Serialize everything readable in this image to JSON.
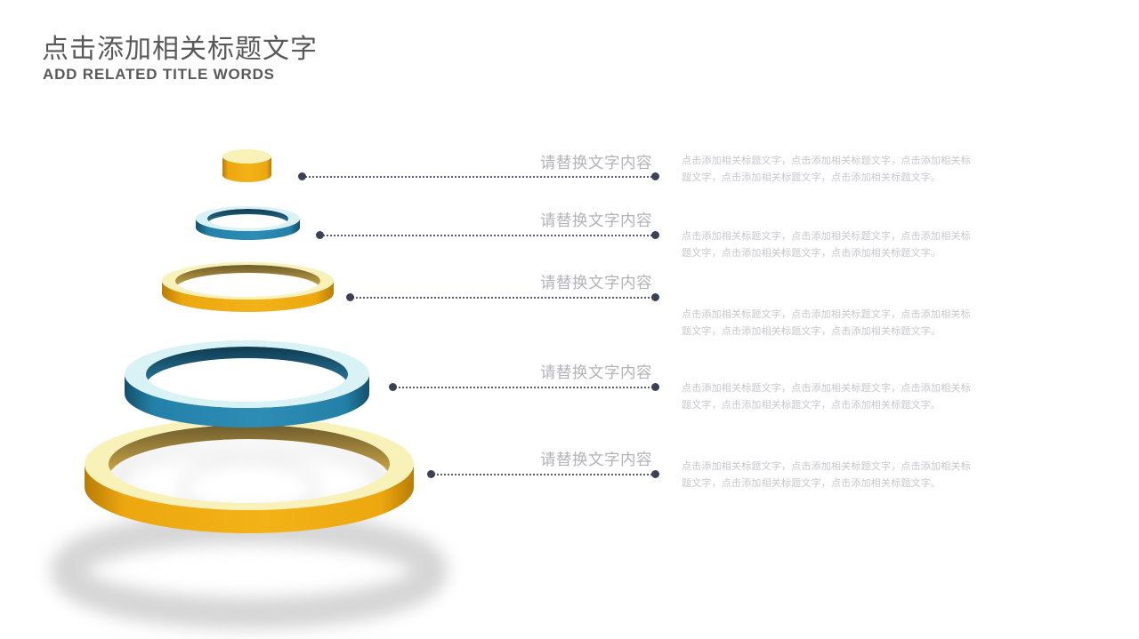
{
  "header": {
    "title": "点击添加相关标题文字",
    "subtitle": "ADD RELATED TITLE WORDS"
  },
  "rows": [
    {
      "label": "请替换文字内容",
      "body": "点击添加相关标题文字，点击添加相关标题文字，点击添加相关标题文字，点击添加相关标题文字，点击添加相关标题文字。"
    },
    {
      "label": "请替换文字内容",
      "body": "点击添加相关标题文字，点击添加相关标题文字，点击添加相关标题文字，点击添加相关标题文字，点击添加相关标题文字。"
    },
    {
      "label": "请替换文字内容",
      "body": "点击添加相关标题文字，点击添加相关标题文字，点击添加相关标题文字，点击添加相关标题文字，点击添加相关标题文字。"
    },
    {
      "label": "请替换文字内容",
      "body": "点击添加相关标题文字，点击添加相关标题文字，点击添加相关标题文字，点击添加相关标题文字，点击添加相关标题文字。"
    },
    {
      "label": "请替换文字内容",
      "body": "点击添加相关标题文字，点击添加相关标题文字，点击添加相关标题文字，点击添加相关标题文字，点击添加相关标题文字。"
    }
  ],
  "pyramid": {
    "levels": [
      {
        "shape": "cylinder",
        "color": "gold"
      },
      {
        "shape": "ring",
        "color": "blue"
      },
      {
        "shape": "ring",
        "color": "gold"
      },
      {
        "shape": "ring",
        "color": "blue"
      },
      {
        "shape": "ring",
        "color": "gold"
      }
    ]
  },
  "colors": {
    "title_text": "#595959",
    "label_text": "#b2b2b8",
    "body_text": "#c8c8cd",
    "connector": "#565a6e",
    "dot": "#3d4154",
    "gold_top": "#f8f1b8",
    "gold_side": "#eda70f",
    "gold_side_bright": "#f2b317",
    "gold_side_dark": "#b97c05",
    "gold_inner_dark": "#6f5d2e",
    "gold_inner_light": "#d2ad48",
    "blue_top": "#d9f2f6",
    "blue_side": "#2381a8",
    "blue_side_bright": "#2e8db4",
    "blue_side_dark": "#14506c",
    "blue_inner_dark": "#0f3b50",
    "blue_inner_light": "#2a7ba1",
    "shadow": "#cfcfcf",
    "shadow_light": "#d8d8d8"
  }
}
